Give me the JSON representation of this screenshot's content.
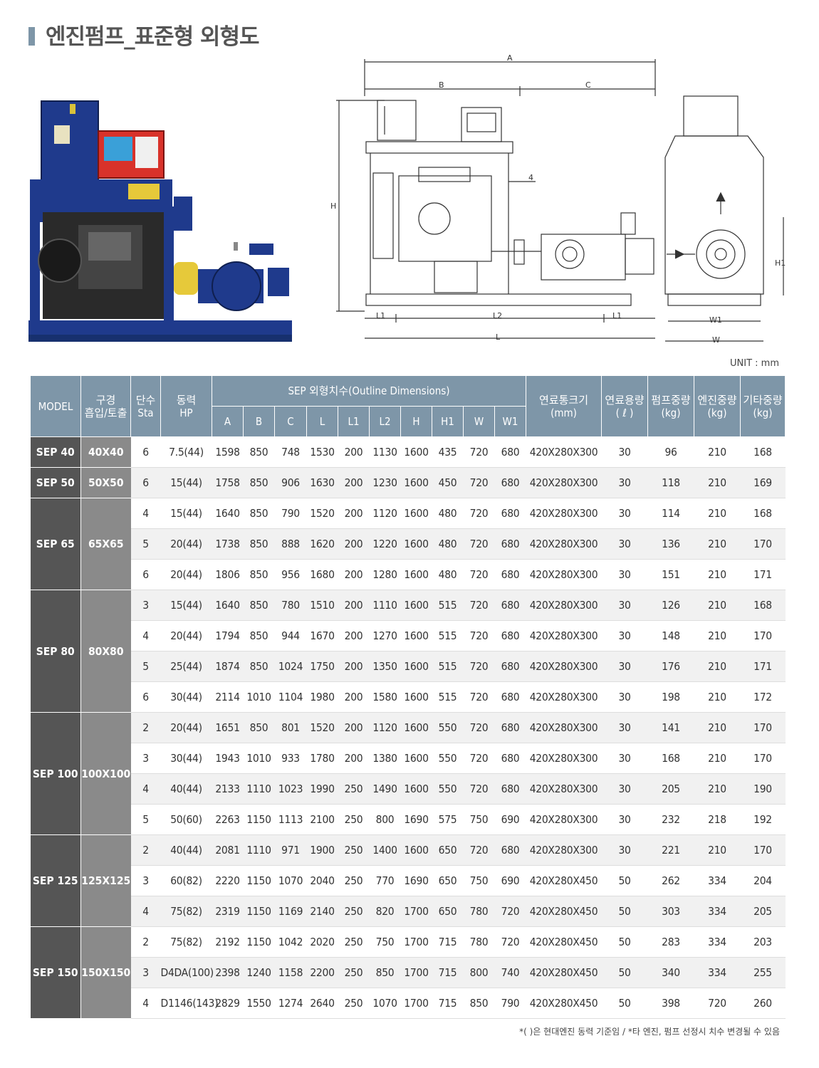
{
  "page_title": "엔진펌프_표준형 외형도",
  "drawing_labels": {
    "A": "A",
    "B": "B",
    "C": "C",
    "H": "H",
    "H1": "H1",
    "L": "L",
    "L1": "L1",
    "L2": "L2",
    "W": "W",
    "W1": "W1",
    "dim4": "4"
  },
  "unit_label": "UNIT : mm",
  "table_header": {
    "model": "MODEL",
    "bore_line1": "구경",
    "bore_line2": "흡입/토출",
    "stage_line1": "단수",
    "stage_line2": "Sta",
    "power_line1": "동력",
    "power_line2": "HP",
    "outline": "SEP 외형치수(Outline Dimensions)",
    "dims": [
      "A",
      "B",
      "C",
      "L",
      "L1",
      "L2",
      "H",
      "H1",
      "W",
      "W1"
    ],
    "fuel_tank_line1": "연료통크기",
    "fuel_tank_line2": "(mm)",
    "fuel_cap_line1": "연료용량",
    "fuel_cap_line2": "( ℓ )",
    "pump_w_line1": "펌프중량",
    "pump_w_line2": "(kg)",
    "engine_w_line1": "엔진중량",
    "engine_w_line2": "(kg)",
    "other_w_line1": "기타중량",
    "other_w_line2": "(kg)"
  },
  "groups": [
    {
      "model": "SEP 40",
      "bore": "40X40",
      "rows": [
        [
          "6",
          "7.5(44)",
          "1598",
          "850",
          "748",
          "1530",
          "200",
          "1130",
          "1600",
          "435",
          "720",
          "680",
          "420X280X300",
          "30",
          "96",
          "210",
          "168"
        ]
      ]
    },
    {
      "model": "SEP 50",
      "bore": "50X50",
      "rows": [
        [
          "6",
          "15(44)",
          "1758",
          "850",
          "906",
          "1630",
          "200",
          "1230",
          "1600",
          "450",
          "720",
          "680",
          "420X280X300",
          "30",
          "118",
          "210",
          "169"
        ]
      ]
    },
    {
      "model": "SEP 65",
      "bore": "65X65",
      "rows": [
        [
          "4",
          "15(44)",
          "1640",
          "850",
          "790",
          "1520",
          "200",
          "1120",
          "1600",
          "480",
          "720",
          "680",
          "420X280X300",
          "30",
          "114",
          "210",
          "168"
        ],
        [
          "5",
          "20(44)",
          "1738",
          "850",
          "888",
          "1620",
          "200",
          "1220",
          "1600",
          "480",
          "720",
          "680",
          "420X280X300",
          "30",
          "136",
          "210",
          "170"
        ],
        [
          "6",
          "20(44)",
          "1806",
          "850",
          "956",
          "1680",
          "200",
          "1280",
          "1600",
          "480",
          "720",
          "680",
          "420X280X300",
          "30",
          "151",
          "210",
          "171"
        ]
      ]
    },
    {
      "model": "SEP 80",
      "bore": "80X80",
      "rows": [
        [
          "3",
          "15(44)",
          "1640",
          "850",
          "780",
          "1510",
          "200",
          "1110",
          "1600",
          "515",
          "720",
          "680",
          "420X280X300",
          "30",
          "126",
          "210",
          "168"
        ],
        [
          "4",
          "20(44)",
          "1794",
          "850",
          "944",
          "1670",
          "200",
          "1270",
          "1600",
          "515",
          "720",
          "680",
          "420X280X300",
          "30",
          "148",
          "210",
          "170"
        ],
        [
          "5",
          "25(44)",
          "1874",
          "850",
          "1024",
          "1750",
          "200",
          "1350",
          "1600",
          "515",
          "720",
          "680",
          "420X280X300",
          "30",
          "176",
          "210",
          "171"
        ],
        [
          "6",
          "30(44)",
          "2114",
          "1010",
          "1104",
          "1980",
          "200",
          "1580",
          "1600",
          "515",
          "720",
          "680",
          "420X280X300",
          "30",
          "198",
          "210",
          "172"
        ]
      ]
    },
    {
      "model": "SEP 100",
      "bore": "100X100",
      "rows": [
        [
          "2",
          "20(44)",
          "1651",
          "850",
          "801",
          "1520",
          "200",
          "1120",
          "1600",
          "550",
          "720",
          "680",
          "420X280X300",
          "30",
          "141",
          "210",
          "170"
        ],
        [
          "3",
          "30(44)",
          "1943",
          "1010",
          "933",
          "1780",
          "200",
          "1380",
          "1600",
          "550",
          "720",
          "680",
          "420X280X300",
          "30",
          "168",
          "210",
          "170"
        ],
        [
          "4",
          "40(44)",
          "2133",
          "1110",
          "1023",
          "1990",
          "250",
          "1490",
          "1600",
          "550",
          "720",
          "680",
          "420X280X300",
          "30",
          "205",
          "210",
          "190"
        ],
        [
          "5",
          "50(60)",
          "2263",
          "1150",
          "1113",
          "2100",
          "250",
          "800",
          "1690",
          "575",
          "750",
          "690",
          "420X280X300",
          "30",
          "232",
          "218",
          "192"
        ]
      ]
    },
    {
      "model": "SEP 125",
      "bore": "125X125",
      "rows": [
        [
          "2",
          "40(44)",
          "2081",
          "1110",
          "971",
          "1900",
          "250",
          "1400",
          "1600",
          "650",
          "720",
          "680",
          "420X280X300",
          "30",
          "221",
          "210",
          "170"
        ],
        [
          "3",
          "60(82)",
          "2220",
          "1150",
          "1070",
          "2040",
          "250",
          "770",
          "1690",
          "650",
          "750",
          "690",
          "420X280X450",
          "50",
          "262",
          "334",
          "204"
        ],
        [
          "4",
          "75(82)",
          "2319",
          "1150",
          "1169",
          "2140",
          "250",
          "820",
          "1700",
          "650",
          "780",
          "720",
          "420X280X450",
          "50",
          "303",
          "334",
          "205"
        ]
      ]
    },
    {
      "model": "SEP 150",
      "bore": "150X150",
      "rows": [
        [
          "2",
          "75(82)",
          "2192",
          "1150",
          "1042",
          "2020",
          "250",
          "750",
          "1700",
          "715",
          "780",
          "720",
          "420X280X450",
          "50",
          "283",
          "334",
          "203"
        ],
        [
          "3",
          "D4DA(100)",
          "2398",
          "1240",
          "1158",
          "2200",
          "250",
          "850",
          "1700",
          "715",
          "800",
          "740",
          "420X280X450",
          "50",
          "340",
          "334",
          "255"
        ],
        [
          "4",
          "D1146(143)",
          "2829",
          "1550",
          "1274",
          "2640",
          "250",
          "1070",
          "1700",
          "715",
          "850",
          "790",
          "420X280X450",
          "50",
          "398",
          "720",
          "260"
        ]
      ]
    }
  ],
  "footnote": "*( )은 현대엔진 동력 기준임  / *타 엔진, 펌프 선정시 치수 변경될 수 있음",
  "colors": {
    "header_bg": "#7e96a8",
    "model_bg": "#555555",
    "bore_bg": "#8a8a8a",
    "pump_blue": "#1f3a8c",
    "panel_red": "#d8322a"
  }
}
